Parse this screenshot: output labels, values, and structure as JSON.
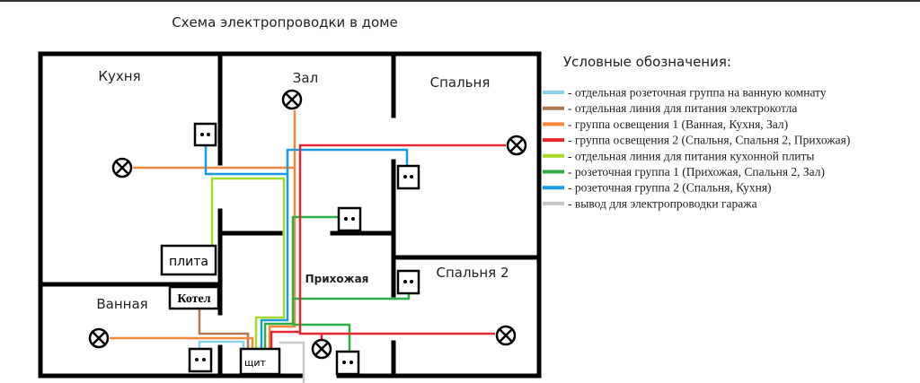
{
  "title": "Схема электропроводки в доме",
  "rooms": {
    "kitchen": "Кухня",
    "hall": "Зал",
    "bedroom": "Спальня",
    "bedroom2": "Спальня 2",
    "hallway": "Прихожая",
    "bathroom": "Ванная"
  },
  "devices": {
    "stove": "плита",
    "boiler": "Котел",
    "panel": "щит"
  },
  "legend": {
    "heading": "Условные обозначения:",
    "items": [
      {
        "color": "#8fd3ea",
        "label": "- отдельная розеточная группа на ванную комнату"
      },
      {
        "color": "#b07850",
        "label": "- отдельная линия для питания электрокотла"
      },
      {
        "color": "#f5883a",
        "label": "- группа освещения 1 (Ванная, Кухня, Зал)"
      },
      {
        "color": "#e8262e",
        "label": "- группа освещения 2 (Спальня, Спальня 2, Прихожая)"
      },
      {
        "color": "#a8d92a",
        "label": "- отдельная линия для питания кухонной плиты"
      },
      {
        "color": "#2fae45",
        "label": "- розеточная группа 1 (Прихожая, Спальня 2, Зал)"
      },
      {
        "color": "#1a9be0",
        "label": "- розеточная группа 2 (Спальня, Кухня)"
      },
      {
        "color": "#c8c8c8",
        "label": "- вывод для электропроводки гаража"
      }
    ]
  },
  "icons": {
    "lamp": "lamp-icon",
    "socket": "socket-icon"
  }
}
